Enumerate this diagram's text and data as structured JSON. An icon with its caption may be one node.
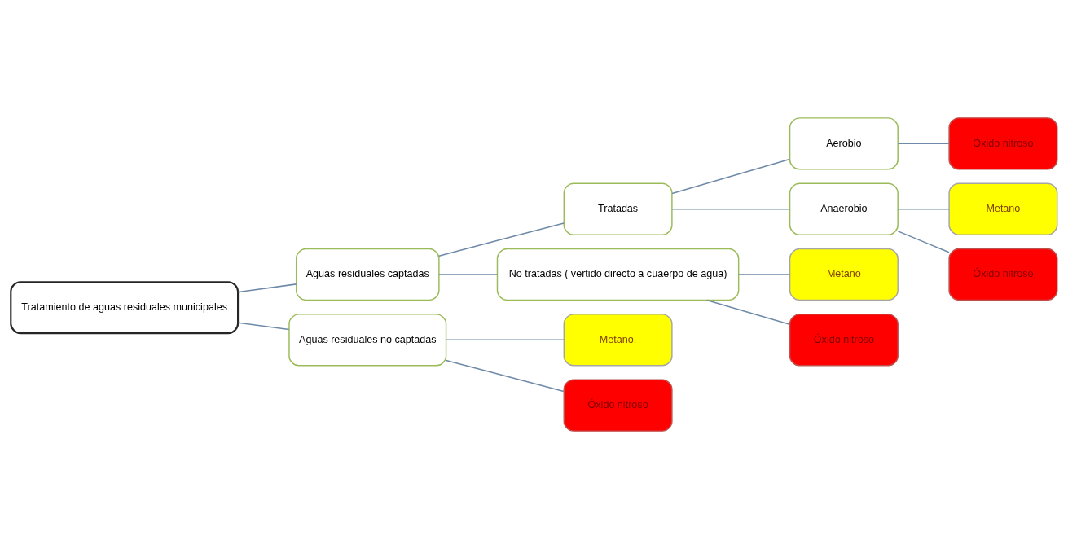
{
  "diagram": {
    "nodes": [
      {
        "text": [
          "Tratamiento de aguas residuales municipales"
        ]
      },
      {
        "text": [
          "Aguas residuales captadas"
        ]
      },
      {
        "text": [
          "Tratadas"
        ]
      },
      {
        "text": [
          "Aerobio"
        ]
      },
      {
        "text": [
          "Óxido nitroso"
        ]
      },
      {
        "text": [
          "Anaerobio"
        ]
      },
      {
        "text": [
          "Metano"
        ]
      },
      {
        "text": [
          "Óxido nitroso"
        ]
      },
      {
        "text": [
          "No tratadas ( vertido directo a cuaerpo de agua)"
        ]
      },
      {
        "text": [
          "Metano"
        ]
      },
      {
        "text": [
          "Óxido nitroso"
        ]
      },
      {
        "text": [
          "Aguas residuales no captadas"
        ]
      },
      {
        "text": [
          "Metano."
        ]
      },
      {
        "text": [
          "Óxido nitroso"
        ]
      }
    ],
    "edges": [
      {
        "from": 0,
        "to": 1,
        "arrow": "none"
      },
      {
        "from": 0,
        "to": 11,
        "arrow": "none"
      },
      {
        "from": 1,
        "to": 2,
        "arrow": "none"
      },
      {
        "from": 1,
        "to": 8,
        "arrow": "none"
      },
      {
        "from": 2,
        "to": 3,
        "arrow": "none"
      },
      {
        "from": 2,
        "to": 5,
        "arrow": "none"
      },
      {
        "from": 3,
        "to": 4,
        "arrow": "none"
      },
      {
        "from": 5,
        "to": 6,
        "arrow": "none"
      },
      {
        "from": 5,
        "to": 7,
        "arrow": "none"
      },
      {
        "from": 8,
        "to": 9,
        "arrow": "none"
      },
      {
        "from": 8,
        "to": 10,
        "arrow": "none"
      },
      {
        "from": 11,
        "to": 12,
        "arrow": "none"
      },
      {
        "from": 11,
        "to": 13,
        "arrow": "none"
      }
    ]
  }
}
